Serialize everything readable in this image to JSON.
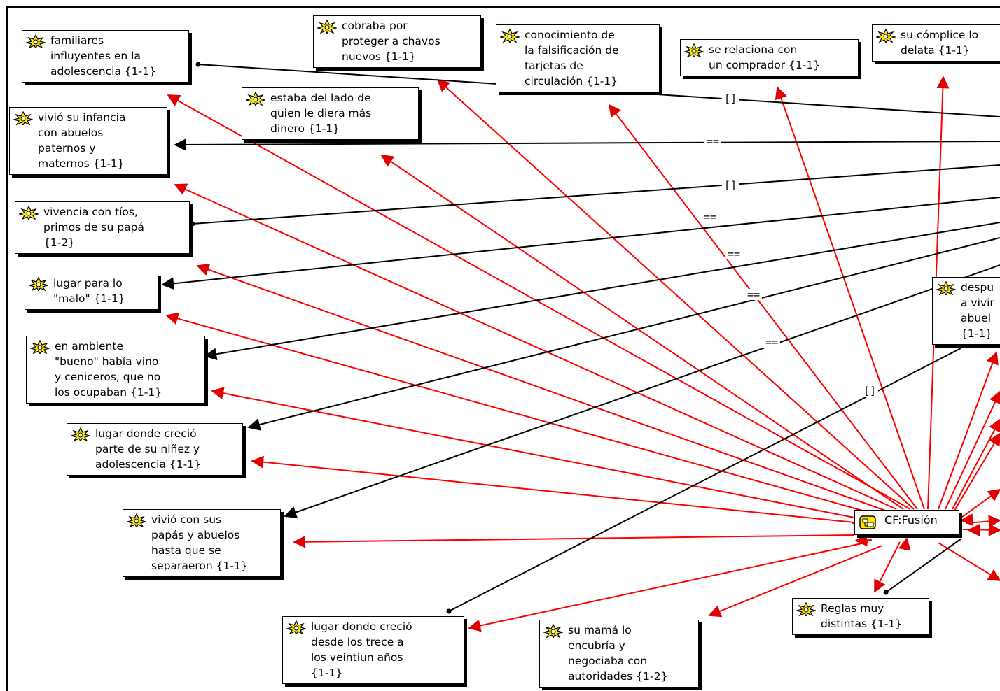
{
  "network": {
    "core": {
      "id": "cf-fusion",
      "label": "CF:Fusión",
      "icon": "family-code-icon"
    },
    "nodes": [
      {
        "id": "n1",
        "label": "familiares\ninfluyentes en la\nadolescencia {1-1}",
        "icon": "code-star-icon"
      },
      {
        "id": "n2",
        "label": "cobraba por\nproteger a chavos\nnuevos {1-1}",
        "icon": "code-star-icon"
      },
      {
        "id": "n3",
        "label": "conocimiento de\nla falsificación de\ntarjetas de\ncirculación {1-1}",
        "icon": "code-star-icon"
      },
      {
        "id": "n4",
        "label": "se relaciona con\nun comprador {1-1}",
        "icon": "code-star-icon"
      },
      {
        "id": "n5",
        "label": "su cómplice lo\ndelata {1-1}",
        "icon": "code-star-icon"
      },
      {
        "id": "n6",
        "label": "estaba del lado de\nquien le diera más\ndinero {1-1}",
        "icon": "code-star-icon"
      },
      {
        "id": "n7",
        "label": "vivió su infancia\ncon abuelos\npaternos y\nmaternos {1-1}",
        "icon": "code-star-icon"
      },
      {
        "id": "n8",
        "label": "vivencia con tíos,\nprimos de su papá\n{1-2}",
        "icon": "code-star-icon"
      },
      {
        "id": "n9",
        "label": "lugar para lo\n\"malo\" {1-1}",
        "icon": "code-star-icon"
      },
      {
        "id": "n10",
        "label": "en ambiente\n\"bueno\" había vino\ny ceniceros, que no\nlos ocupaban {1-1}",
        "icon": "code-star-icon"
      },
      {
        "id": "n11",
        "label": "lugar donde creció\nparte de su niñez y\nadolescencia {1-1}",
        "icon": "code-star-icon"
      },
      {
        "id": "n12",
        "label": "vivió con sus\npapás y abuelos\nhasta que se\nseparaeron {1-1}",
        "icon": "code-star-icon"
      },
      {
        "id": "n13",
        "label": "lugar donde creció\ndesde los trece a\nlos veintiun años\n{1-1}",
        "icon": "code-star-icon"
      },
      {
        "id": "n14",
        "label": "su mamá lo\nencubría y\nnegociaba con\nautoridades {1-2}",
        "icon": "code-star-icon"
      },
      {
        "id": "n15",
        "label": "Reglas muy\ndistintas {1-1}",
        "icon": "code-star-icon"
      },
      {
        "id": "n16",
        "label": "despu\na vivir\nabuel\n{1-1}",
        "icon": "code-star-icon"
      }
    ],
    "relation_labels": [
      {
        "id": "r1",
        "text": "[]"
      },
      {
        "id": "r2",
        "text": "=="
      },
      {
        "id": "r3",
        "text": "[]"
      },
      {
        "id": "r4",
        "text": "=="
      },
      {
        "id": "r5",
        "text": "=="
      },
      {
        "id": "r6",
        "text": "=="
      },
      {
        "id": "r7",
        "text": "=="
      },
      {
        "id": "r8",
        "text": "[]"
      }
    ],
    "colors": {
      "association": "#ff0000",
      "relation": "#000000",
      "code_icon": "#ffe800"
    }
  }
}
